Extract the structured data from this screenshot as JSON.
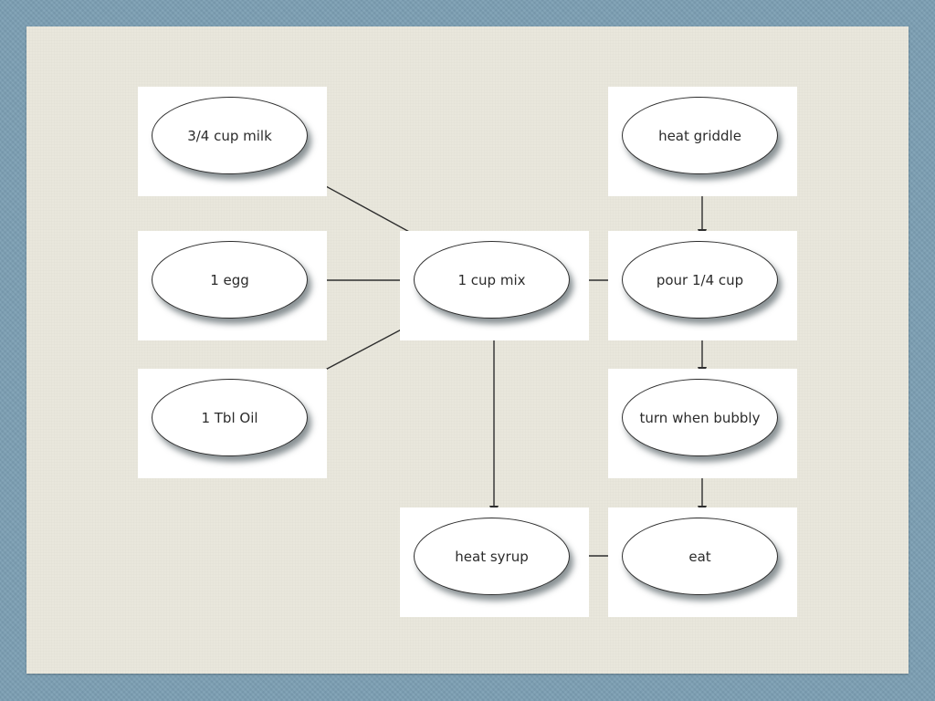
{
  "diagram": {
    "nodes": [
      {
        "id": "milk",
        "label": "3/4 cup milk"
      },
      {
        "id": "egg",
        "label": "1 egg"
      },
      {
        "id": "oil",
        "label": "1 Tbl Oil"
      },
      {
        "id": "mix",
        "label": "1 cup mix"
      },
      {
        "id": "heat_griddle",
        "label": "heat griddle"
      },
      {
        "id": "pour",
        "label": "pour 1/4 cup"
      },
      {
        "id": "turn",
        "label": "turn when bubbly"
      },
      {
        "id": "heat_syrup",
        "label": "heat syrup"
      },
      {
        "id": "eat",
        "label": "eat"
      }
    ],
    "edges": [
      {
        "from": "milk",
        "to": "mix"
      },
      {
        "from": "egg",
        "to": "mix"
      },
      {
        "from": "oil",
        "to": "mix"
      },
      {
        "from": "mix",
        "to": "pour"
      },
      {
        "from": "mix",
        "to": "heat_syrup"
      },
      {
        "from": "heat_griddle",
        "to": "pour"
      },
      {
        "from": "pour",
        "to": "turn"
      },
      {
        "from": "turn",
        "to": "eat"
      },
      {
        "from": "heat_syrup",
        "to": "eat"
      }
    ],
    "colors": {
      "frame": "#7c9fb3",
      "paper": "#e9e7dc",
      "card": "#ffffff",
      "stroke": "#2e2e2e"
    }
  }
}
